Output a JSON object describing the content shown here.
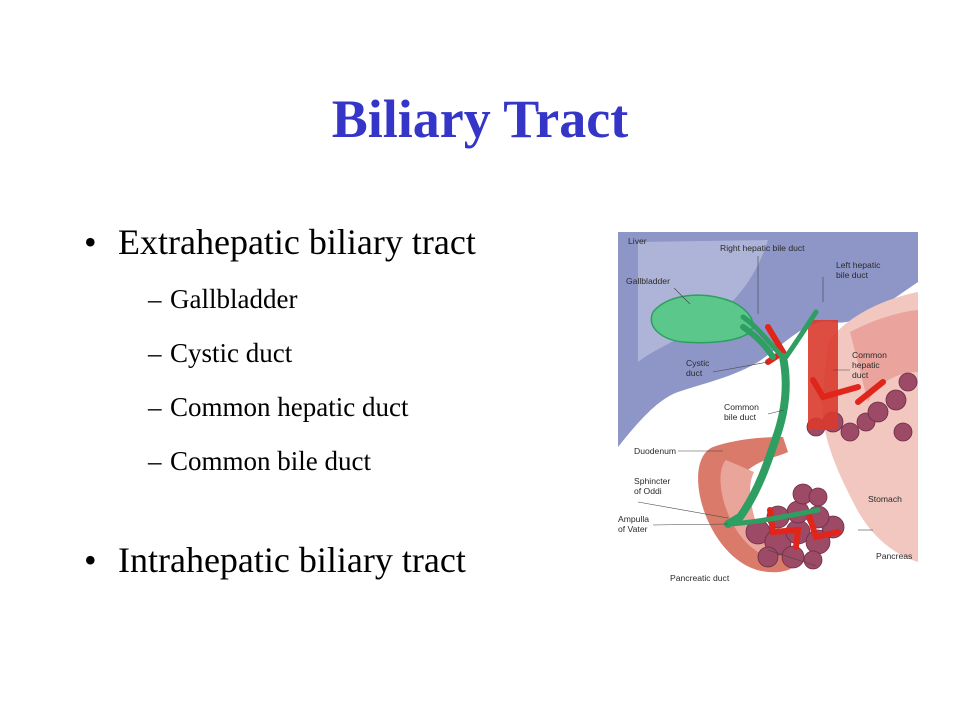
{
  "slide": {
    "title": "Biliary Tract",
    "bullets": [
      {
        "text": "Extrahepatic biliary tract",
        "subitems": [
          "Gallbladder",
          "Cystic duct",
          "Common hepatic duct",
          "Common bile duct"
        ]
      },
      {
        "text": "Intrahepatic biliary tract"
      }
    ]
  },
  "figure": {
    "labels": {
      "liver": "Liver",
      "right_hepatic": "Right hepatic bile duct",
      "left_hepatic_1": "Left hepatic",
      "left_hepatic_2": "bile duct",
      "gallbladder": "Gallbladder",
      "cystic_1": "Cystic",
      "cystic_2": "duct",
      "common_hepatic_1": "Common",
      "common_hepatic_2": "hepatic",
      "common_hepatic_3": "duct",
      "common_bile_1": "Common",
      "common_bile_2": "bile duct",
      "duodenum": "Duodenum",
      "sphincter_1": "Sphincter",
      "sphincter_2": "of Oddi",
      "stomach": "Stomach",
      "ampulla_1": "Ampulla",
      "ampulla_2": "of Vater",
      "pancreas": "Pancreas",
      "pancreatic_duct": "Pancreatic duct"
    },
    "colors": {
      "liver": "#7a84bd",
      "liver_light": "#c9cde6",
      "gallbladder": "#5cc78a",
      "ducts": "#2e9e62",
      "artery": "#d93a2e",
      "pancreas": "#9c4a66",
      "duodenum": "#d97a6a",
      "stomach": "#f2c7c0"
    }
  }
}
